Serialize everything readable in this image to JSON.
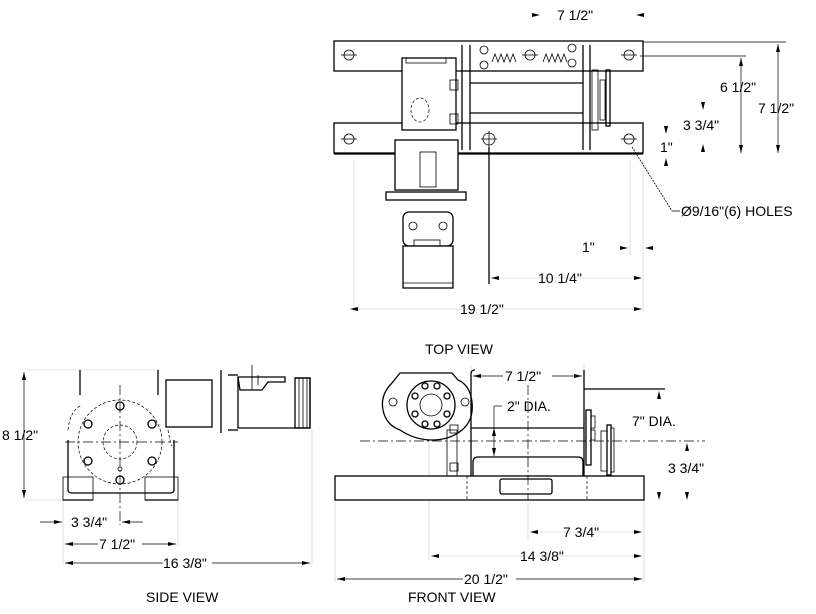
{
  "drawing": {
    "views": {
      "top": {
        "title": "TOP VIEW"
      },
      "side": {
        "title": "SIDE VIEW"
      },
      "front": {
        "title": "FRONT VIEW"
      }
    },
    "dimensions": {
      "top_width": "7 1/2\"",
      "top_hole_spacing": "6 1/2\"",
      "top_overall_depth": "7 1/2\"",
      "top_half_depth": "3 3/4\"",
      "top_edge_offset_vertical": "1\"",
      "holes_note": "Ø9/16\"(6) HOLES",
      "top_edge_offset_horizontal": "1\"",
      "top_hole_to_end": "10 1/4\"",
      "top_overall_length": "19 1/2\"",
      "side_height": "8 1/2\"",
      "side_center_offset": "3 3/4\"",
      "side_base_width": "7 1/2\"",
      "side_overall_length": "16 3/8\"",
      "front_drum_length": "7 1/2\"",
      "front_drum_core_dia": "2\"  DIA.",
      "front_flange_dia": "7\"  DIA.",
      "front_center_height": "3 3/4\"",
      "front_center_to_end": "7 3/4\"",
      "front_motor_to_end": "14 3/8\"",
      "front_overall_length": "20 1/2\""
    }
  }
}
